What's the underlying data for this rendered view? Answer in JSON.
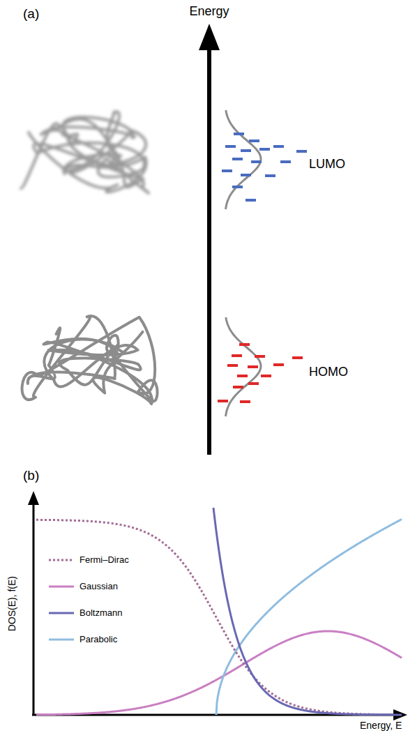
{
  "diagram": {
    "labels": [
      "(a)",
      "Energy",
      "LUMO",
      "HOMO",
      "(b)",
      "DOS(E), f(E)",
      "Energy, E"
    ],
    "legend": [
      {
        "text": "Fermi–Dirac"
      },
      {
        "text": "Gaussian"
      },
      {
        "text": "Boltzmann"
      },
      {
        "text": "Parabolic"
      }
    ]
  }
}
